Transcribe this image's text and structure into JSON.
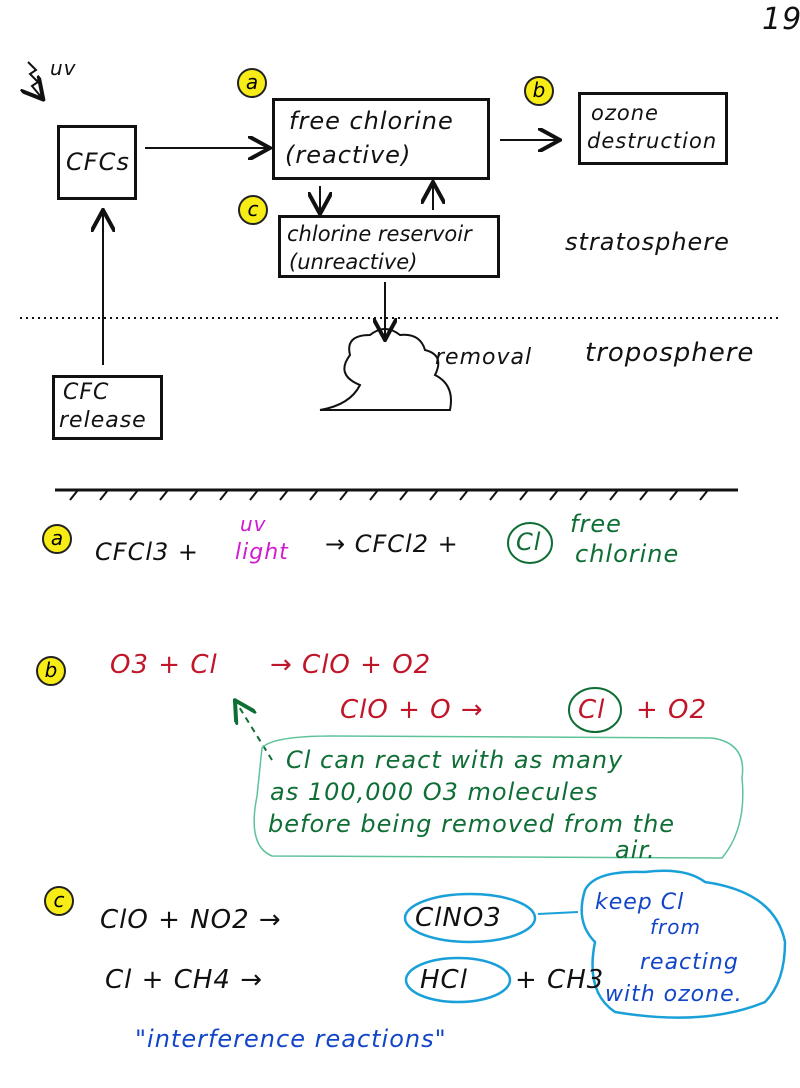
{
  "page_number": "19",
  "diagram": {
    "uv_label": "uv",
    "cfcs": "CFCs",
    "free_chlorine_line1": "free chlorine",
    "free_chlorine_line2": "(reactive)",
    "ozone_line1": "ozone",
    "ozone_line2": "destruction",
    "reservoir_line1": "chlorine reservoir",
    "reservoir_line2": "(unreactive)",
    "stratosphere": "stratosphere",
    "removal": "removal",
    "troposphere": "troposphere",
    "cfc_release_line1": "CFC",
    "cfc_release_line2": "release",
    "labels": {
      "a": "a",
      "b": "b",
      "c": "c"
    }
  },
  "section_a": {
    "label": "a",
    "reactant": "CFCl3 +",
    "uv_line1": "uv",
    "uv_line2": "light",
    "arrow_product": "→ CFCl2 +",
    "cl": "Cl",
    "free_line1": "free",
    "free_line2": "chlorine"
  },
  "section_b": {
    "label": "b",
    "eq1_left": "O3 + Cl",
    "eq1_right": "→ ClO + O2",
    "eq2_left": "ClO + O →",
    "eq2_cl": "Cl",
    "eq2_right": "+ O2",
    "note_line1": "Cl can react with as many",
    "note_line2": "as 100,000 O3 molecules",
    "note_line3": "before being removed from the",
    "note_line4": "air."
  },
  "section_c": {
    "label": "c",
    "eq1_left": "ClO + NO2 →",
    "eq1_product": "ClNO3",
    "eq2_left": "Cl + CH4 →",
    "eq2_product": "HCl",
    "eq2_right": "+ CH3",
    "note_line1": "keep Cl",
    "note_line2": "from",
    "note_line3": "reacting",
    "note_line4": "with ozone.",
    "caption": "\"interference reactions\""
  }
}
